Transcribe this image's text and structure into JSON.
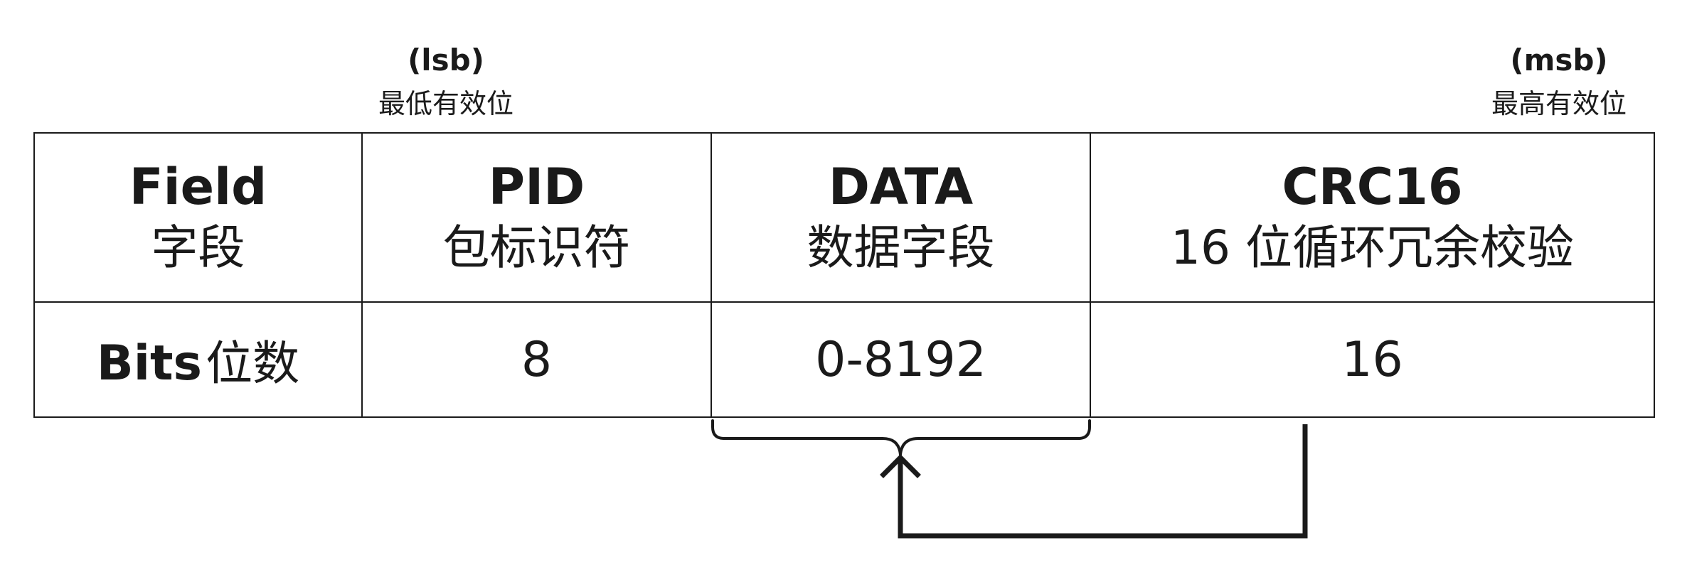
{
  "markers": {
    "lsb": {
      "abbr": "(lsb)",
      "label": "最低有效位"
    },
    "msb": {
      "abbr": "(msb)",
      "label": "最高有效位"
    }
  },
  "table": {
    "field_header": {
      "en": "Field",
      "zh": "字段"
    },
    "bits_header": {
      "en": "Bits",
      "zh": "位数"
    },
    "fields": [
      {
        "name": "PID",
        "desc": "包标识符",
        "bits": "8"
      },
      {
        "name": "DATA",
        "desc": "数据字段",
        "bits": "0-8192"
      },
      {
        "name": "CRC16",
        "desc": "16 位循环冗余校验",
        "bits": "16"
      }
    ]
  },
  "colors": {
    "line": "#1a1a1a",
    "background": "#ffffff"
  }
}
